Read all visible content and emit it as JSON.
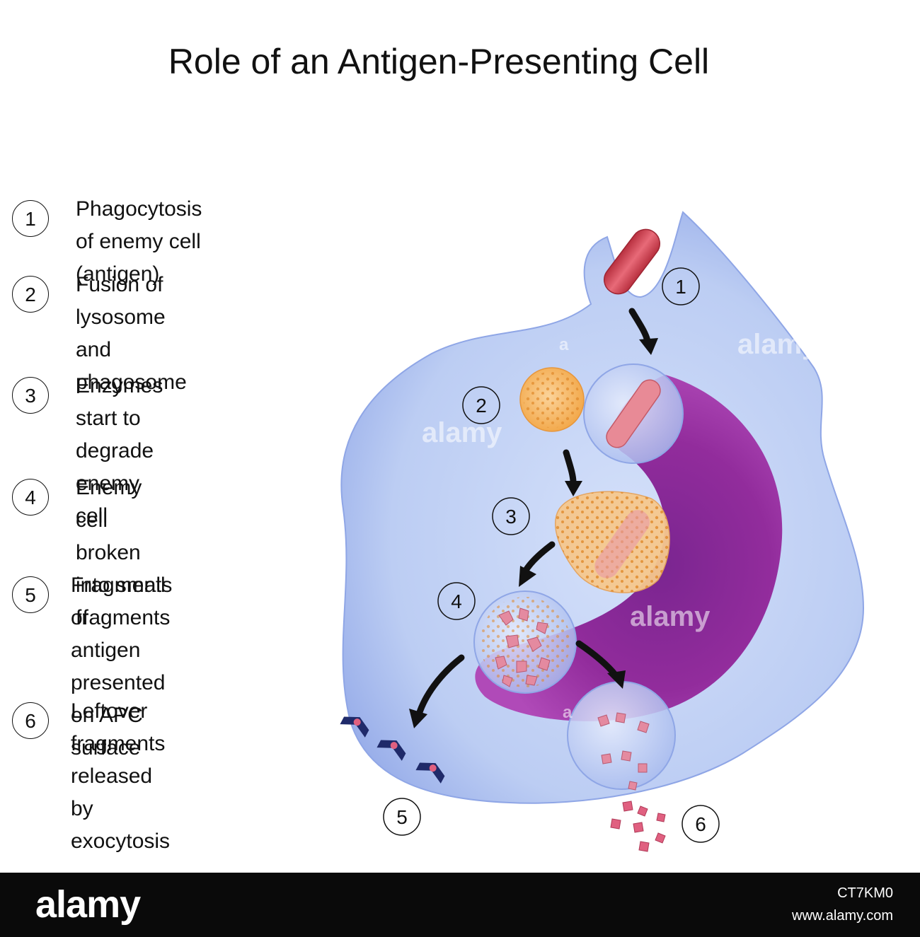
{
  "title": "Role of an Antigen-Presenting Cell",
  "steps": [
    {
      "num": "1",
      "text": "Phagocytosis of enemy cell (antigen)"
    },
    {
      "num": "2",
      "text": "Fusion of lysosome and\nphagosome"
    },
    {
      "num": "3",
      "text": "Enzymes start to\ndegrade enemy cell"
    },
    {
      "num": "4",
      "text": "Enemy cell broken\ninto small fragments"
    },
    {
      "num": "5",
      "text": "Fragments of\nantigen presented\non APC surface"
    },
    {
      "num": "6",
      "text": "Leftover fragments\nreleased by\nexocytosis"
    }
  ],
  "diagram_labels": [
    "1",
    "2",
    "3",
    "4",
    "5",
    "6"
  ],
  "watermarks": [
    "alamy",
    "alamy",
    "alamy",
    "a",
    "a",
    "a"
  ],
  "footer": {
    "brand": "alamy",
    "image_code": "CT7KM0",
    "site": "www.alamy.com"
  },
  "colors": {
    "cell": "#b9cbf2",
    "cell_edge": "#8fa6e6",
    "nucleus": "#8a2a96",
    "antigen": "#d44a5a",
    "lysosome": "#f4b25c",
    "fragment": "#e48aa0",
    "mhc": "#1f2a6a",
    "footer": "#0a0a0a"
  }
}
